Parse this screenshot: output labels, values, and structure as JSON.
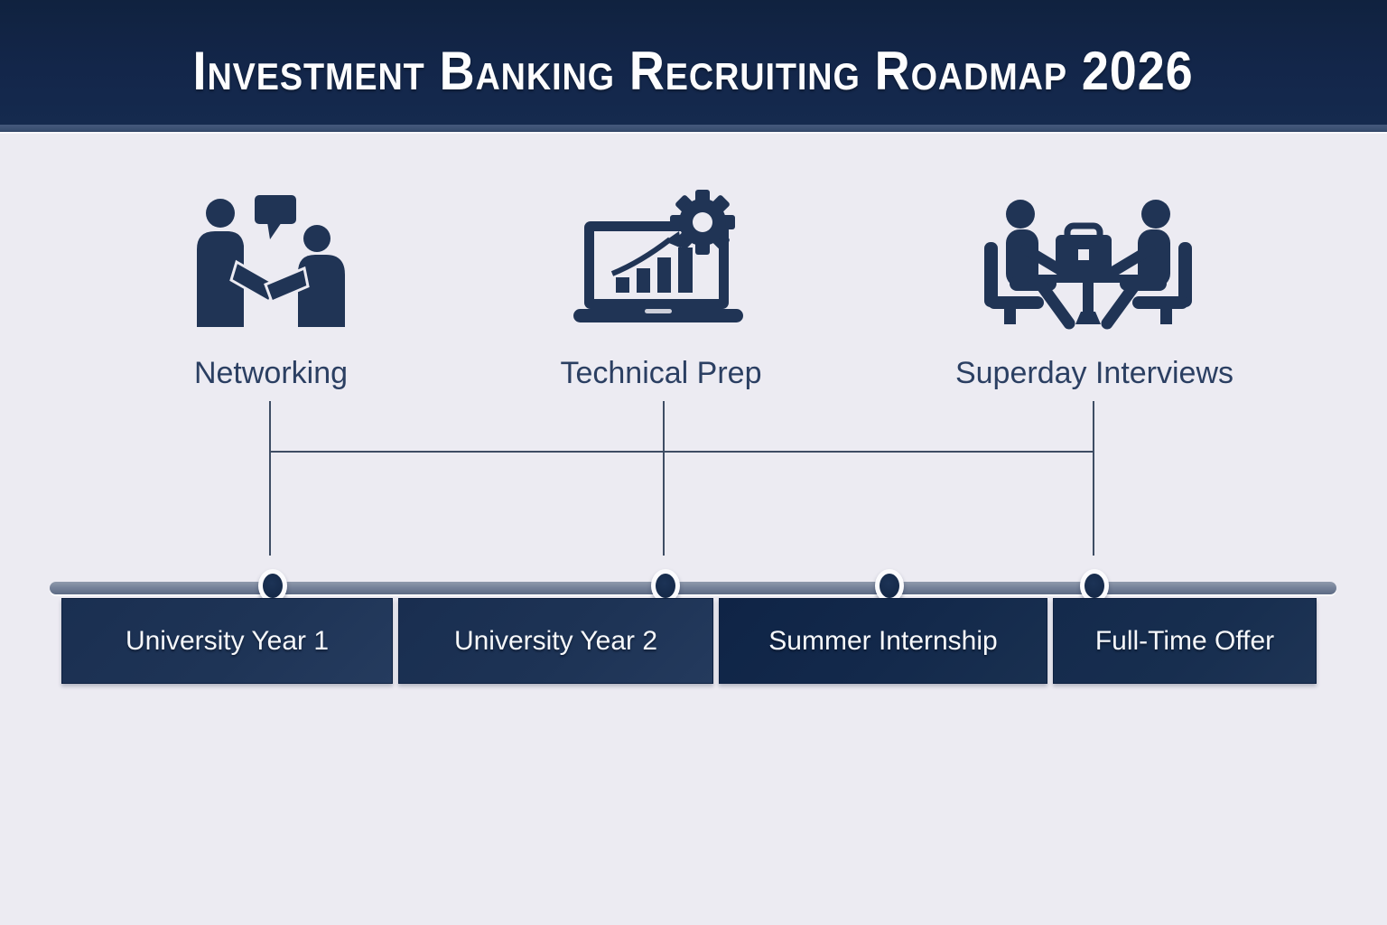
{
  "title": "Investment Banking Recruiting Roadmap 2026",
  "palette": {
    "header_navy": "#13264a",
    "header_strip": "#3a4f71",
    "background": "#ecebf2",
    "icon_navy": "#203455",
    "milestone_label_navy": "#2b3f62",
    "connector_line": "#3e4d64",
    "timeline_bar_gray": "#77839a",
    "dot_navy": "#142847",
    "stage_box_navy": "#1d3355",
    "stage_text": "#f6f8fb"
  },
  "milestones": [
    {
      "label": "Networking",
      "icon": "handshake-chat-icon"
    },
    {
      "label": "Technical Prep",
      "icon": "laptop-chart-gear-icon"
    },
    {
      "label": "Superday Interviews",
      "icon": "interview-table-icon"
    }
  ],
  "timeline": {
    "dot_count": 4,
    "stages": [
      {
        "label": "University Year 1"
      },
      {
        "label": "University Year 2"
      },
      {
        "label": "Summer Internship"
      },
      {
        "label": "Full-Time Offer"
      }
    ]
  }
}
